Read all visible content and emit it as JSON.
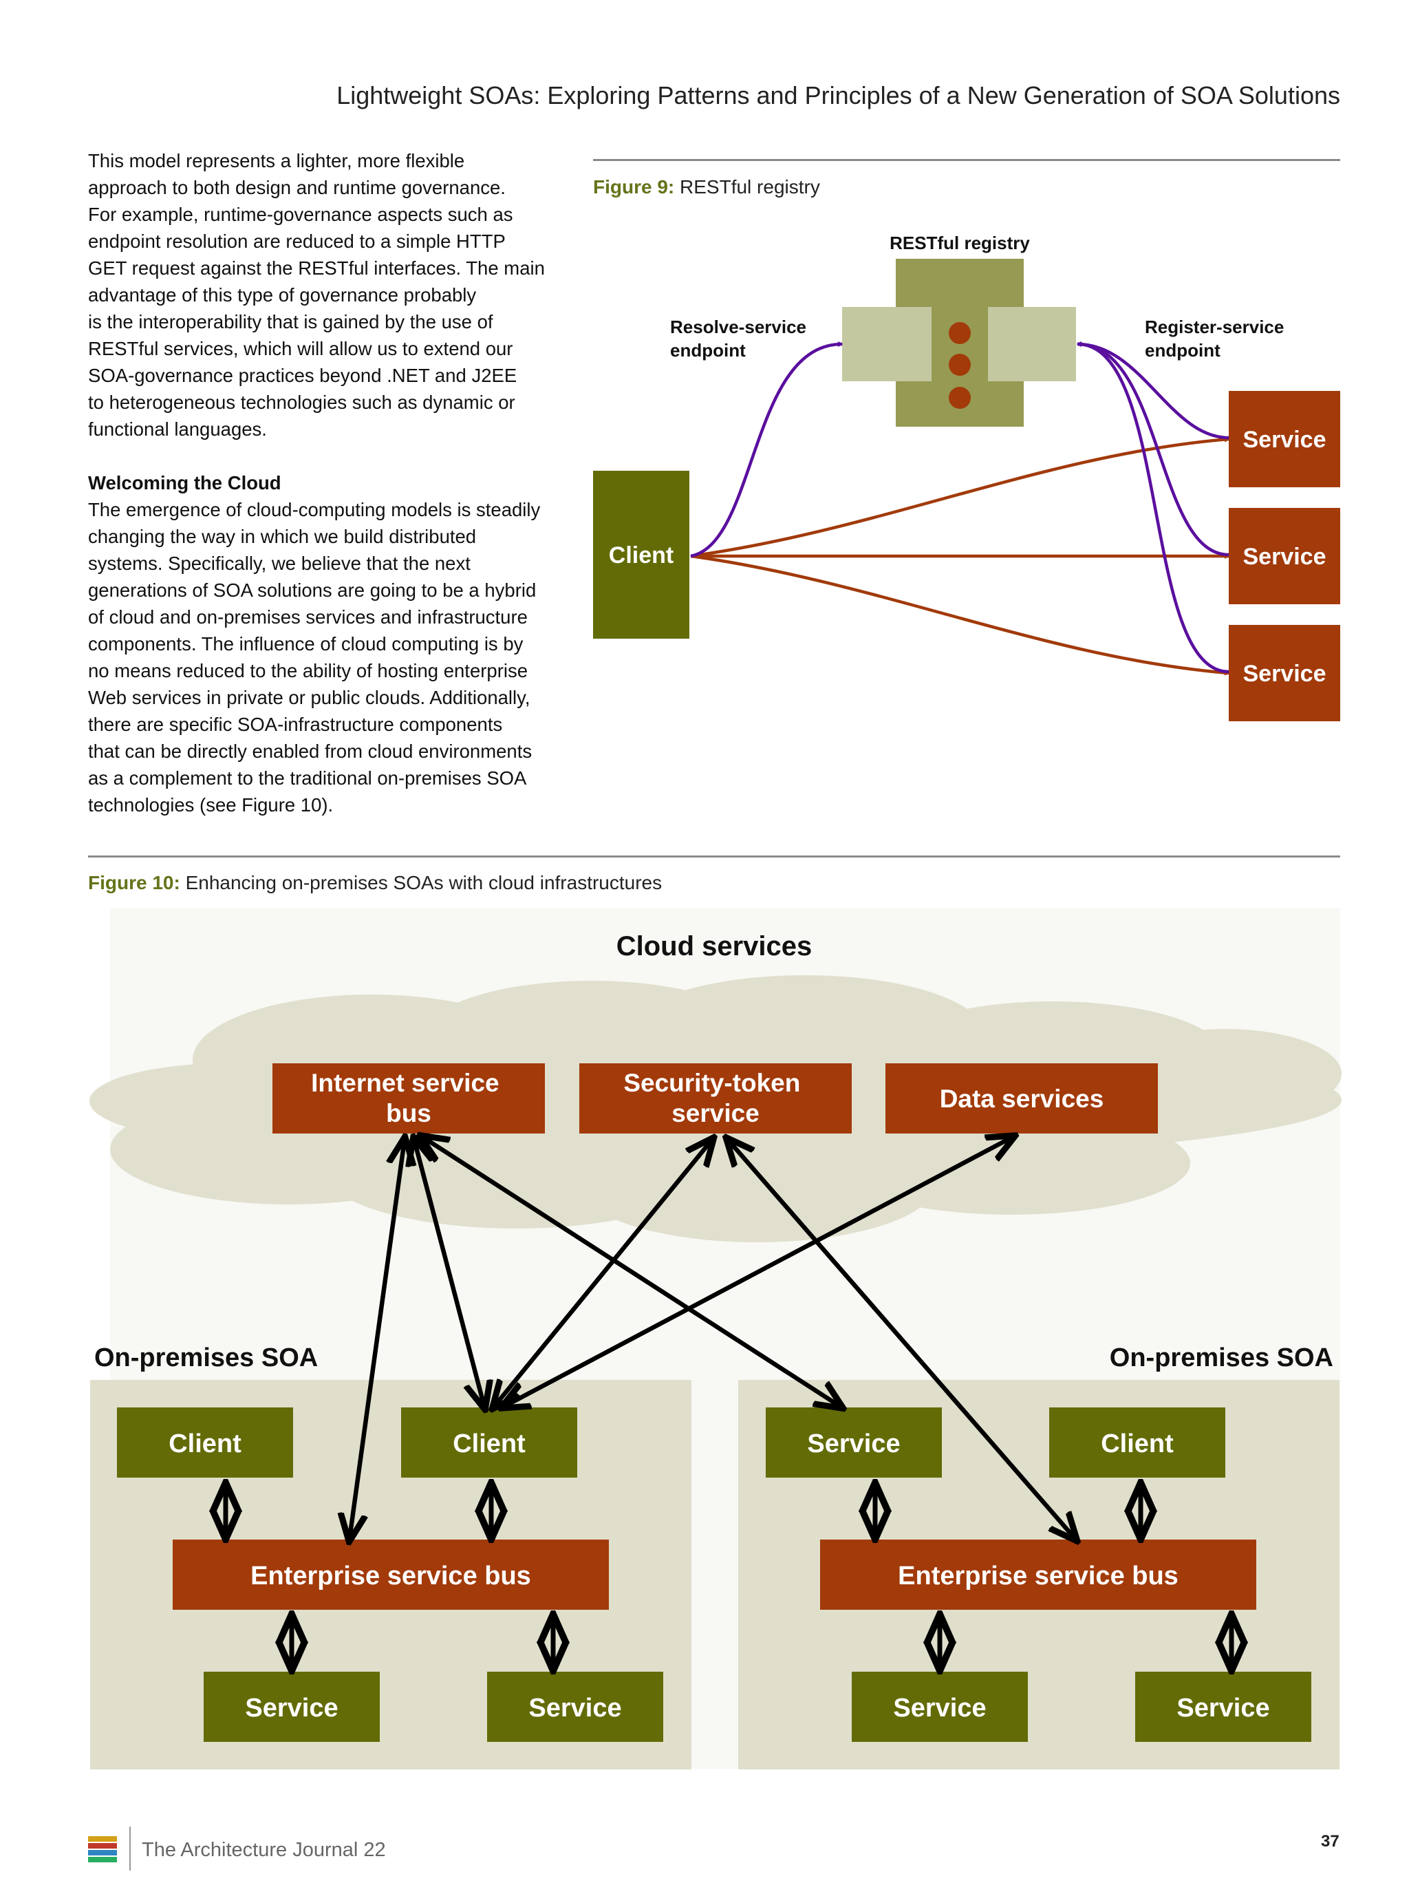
{
  "header": {
    "running_title": "Lightweight SOAs: Exploring Patterns and Principles of a New Generation of SOA Solutions"
  },
  "body_text": {
    "lines_1": [
      "This model represents a lighter, more flexible",
      "approach to both design and runtime governance.",
      "For example, runtime-governance aspects such as",
      "endpoint resolution are reduced to a simple HTTP",
      "GET request against the RESTful interfaces. The main",
      "advantage of this type of governance probably",
      "is the interoperability that is gained by the use of",
      "RESTful services, which will allow us to extend our",
      "SOA-governance practices beyond .NET and J2EE",
      "to heterogeneous technologies such as dynamic or",
      "functional languages."
    ],
    "section_heading": "Welcoming the Cloud",
    "lines_2": [
      "The emergence of cloud-computing models is steadily",
      "changing the way in which we build distributed",
      "systems. Specifically, we believe that the next",
      "generations of SOA solutions are going to be a hybrid",
      "of cloud and on-premises services and infrastructure",
      "components. The influence of cloud computing is by",
      "no means reduced to the ability of hosting enterprise",
      "Web services in private or public clouds. Additionally,",
      "there are specific SOA-infrastructure components",
      "that can be directly enabled from cloud environments",
      "as a complement to the traditional on-premises SOA",
      "technologies (see Figure 10)."
    ]
  },
  "figure9": {
    "label": "Figure 9:",
    "caption": "RESTful registry",
    "registry_title": "RESTful registry",
    "resolve_label": [
      "Resolve-service",
      "endpoint"
    ],
    "register_label": [
      "Register-service",
      "endpoint"
    ],
    "client": "Client",
    "services": [
      "Service",
      "Service",
      "Service"
    ]
  },
  "figure10": {
    "label": "Figure 10:",
    "caption": "Enhancing on-premises SOAs with cloud infrastructures",
    "cloud_title": "Cloud services",
    "cloud_boxes": [
      [
        "Internet service",
        "bus"
      ],
      [
        "Security-token",
        "service"
      ],
      [
        "Data services"
      ]
    ],
    "left_soa": {
      "title": "On-premises SOA",
      "top": [
        "Client",
        "Client"
      ],
      "bus": "Enterprise service bus",
      "bottom": [
        "Service",
        "Service"
      ]
    },
    "right_soa": {
      "title": "On-premises SOA",
      "top": [
        "Service",
        "Client"
      ],
      "bus": "Enterprise service bus",
      "bottom": [
        "Service",
        "Service"
      ]
    }
  },
  "footer": {
    "journal": "The Architecture Journal 22",
    "page": "37"
  },
  "colors": {
    "olive": "#636b06",
    "rust": "#a23a0a",
    "purple": "#5a0f9e",
    "cloud": "#e1e0cf",
    "soa_bg": "#e0dfcc",
    "registry_dark": "#969a52",
    "registry_light": "#c4c8a0"
  }
}
